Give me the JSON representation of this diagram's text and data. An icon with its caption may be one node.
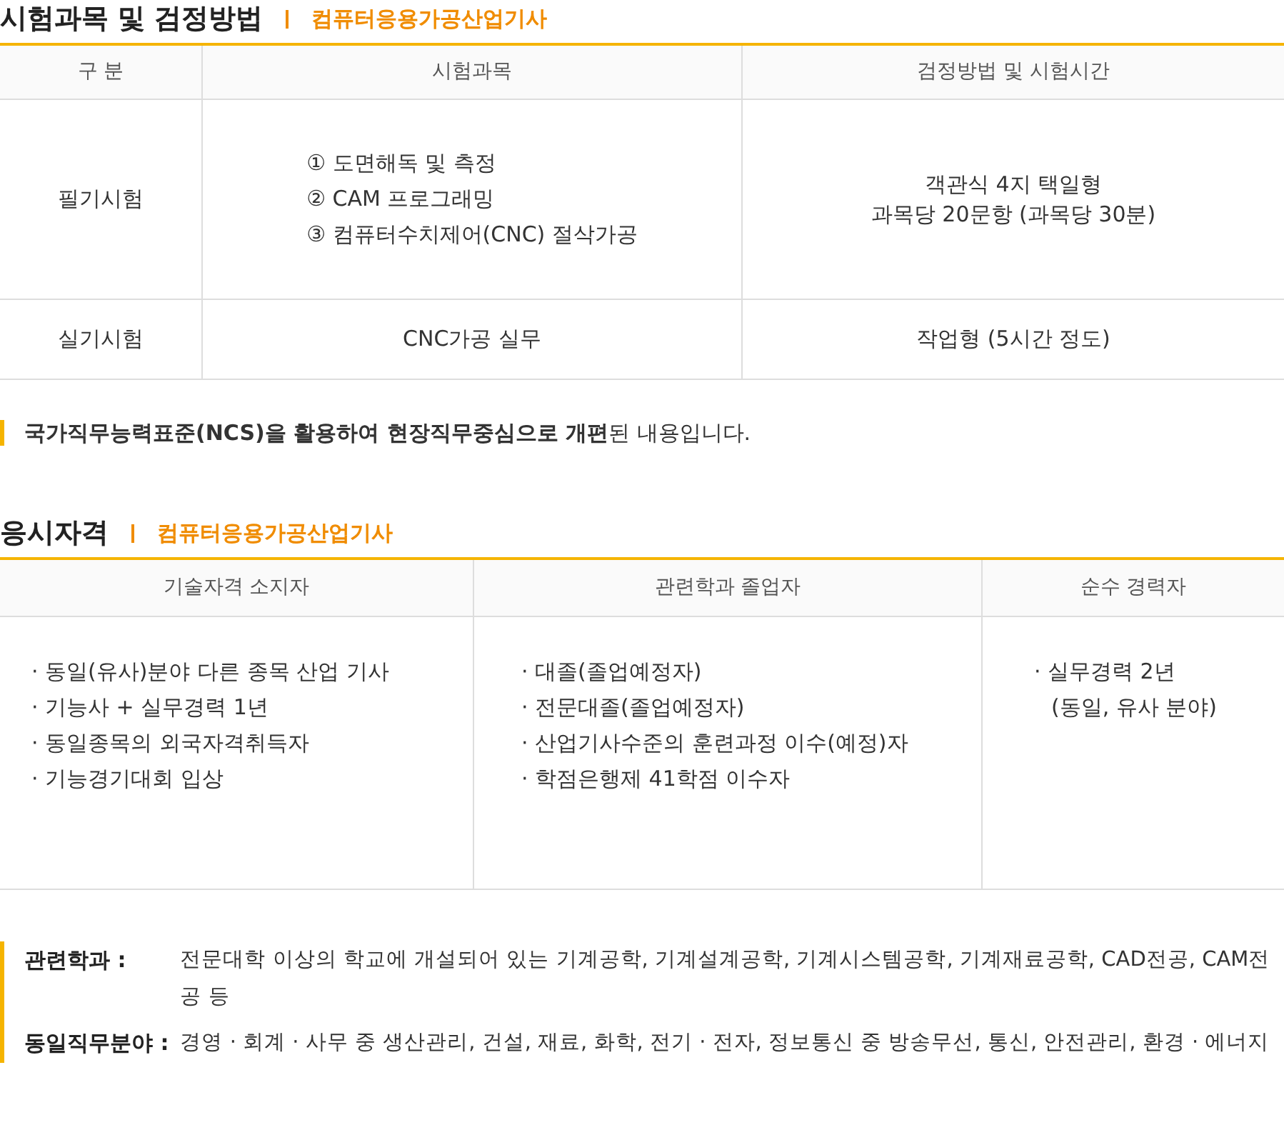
{
  "diagram": {
    "labels": [
      "시험과목 및 검정방법",
      "컴퓨터응용가공산업기사",
      "구 분",
      "시험과목",
      "검정방법 및 시험시간",
      "필기시험",
      "①  도면해독 및 측정",
      "②  CAM 프로그래밍",
      "③  컴퓨터수치제어(CNC) 절삭가공",
      "객관식 4지 택일형",
      "과목당 20문항 (과목당 30분)",
      "실기시험",
      "CNC가공 실무",
      "작업형 (5시간 정도)",
      "**국가직무능력표준(NCS)을 활용하여 현장직무중심으로 개편**된 내용입니다.",
      "응시자격",
      "컴퓨터응용가공산업기사",
      "기술자격 소지자",
      "관련학과 졸업자",
      "순수 경력자",
      "· 동일(유사)분야 다른 종목 산업 기사",
      "· 기능사 + 실무경력 1년",
      "· 동일종목의 외국자격취득자",
      "· 기능경기대회 입상",
      "· 대졸(졸업예정자)",
      "· 전문대졸(졸업예정자)",
      "· 산업기사수준의 훈련과정 이수(예정)자",
      "· 학점은행제 41학점 이수자",
      "· 실무경력 2년",
      "(동일, 유사 분야)",
      "관련학과 :",
      "전문대학 이상의 학교에 개설되어 있는 기계공학, 기계설계공학, 기계시스템공학, 기계재료공학, CAD전공, CAM전공 등",
      "동일직무분야 :",
      "경영 · 회계 · 사무 중 생산관리, 건설, 재료, 화학, 전기 · 전자, 정보통신 중 방송무선, 통신, 안전관리, 환경 · 에너지"
    ]
  }
}
